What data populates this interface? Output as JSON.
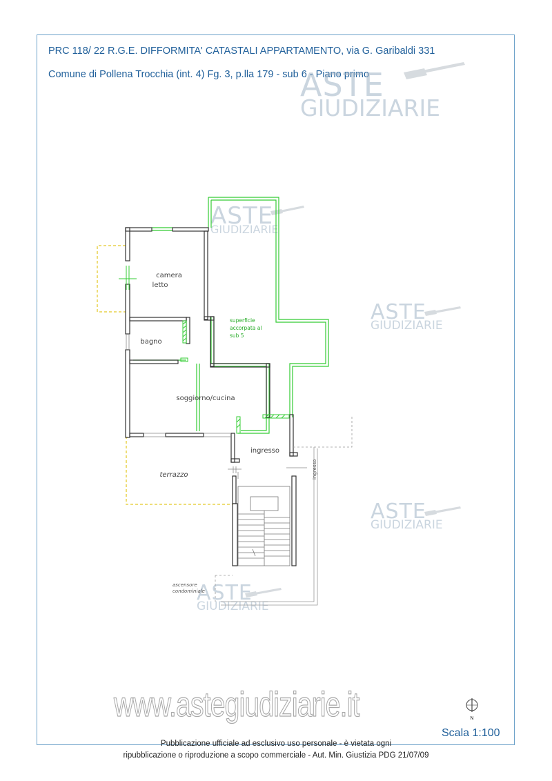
{
  "header": {
    "title": "PRC 118/ 22 R.G.E. DIFFORMITA' CATASTALI APPARTAMENTO, via G. Garibaldi 331",
    "subtitle": "Comune di Pollena Trocchia (int. 4)  Fg. 3, p.lla 179 - sub 6 - Piano primo"
  },
  "rooms": {
    "camera_line1": "camera",
    "camera_line2": "letto",
    "bagno": "bagno",
    "soggiorno": "soggiorno/cucina",
    "ingresso": "ingresso",
    "terrazzo": "terrazzo",
    "ingresso_side": "ingresso",
    "ascensore_line1": "ascensore",
    "ascensore_line2": "condominiale"
  },
  "annotation": {
    "line1": "superficie",
    "line2": "accorpata al",
    "line3": "sub 5"
  },
  "watermark": {
    "aste": "ASTE",
    "giudiziarie": "GIUDIZIARIE",
    "site": "www.astegiudiziarie.it"
  },
  "compass": {
    "north": "N"
  },
  "scale": "Scala 1:100",
  "footer": {
    "line1": "Pubblicazione ufficiale ad esclusivo uso personale - è vietata ogni",
    "line2": "ripubblicazione o riproduzione a scopo commerciale - Aut. Min. Giustizia PDG 21/07/09"
  },
  "colors": {
    "accent": "#1f5f9a",
    "green_outline": "#33cc33",
    "yellow_dashed": "#e8d24a",
    "wall": "#333333"
  }
}
